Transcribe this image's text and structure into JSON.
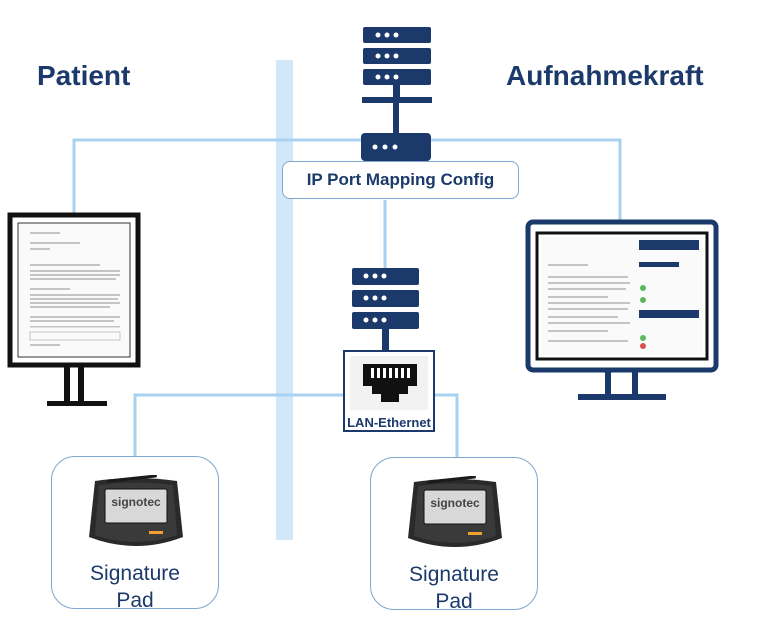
{
  "diagram": {
    "left_heading": "Patient",
    "right_heading": "Aufnahmekraft",
    "center_box": "IP Port Mapping Config",
    "switch_label": "LAN-Ethernet",
    "devices": [
      {
        "line1": "Signature",
        "line2": "Pad",
        "brand": "signotec"
      },
      {
        "line1": "Signature",
        "line2": "Pad",
        "brand": "signotec"
      }
    ]
  },
  "colors": {
    "dark_navy": "#1b3a6b",
    "light_blue": "#a9d2f0",
    "pale_blue": "#d2e8f8",
    "border_blue": "#7fa6cf"
  },
  "icons": [
    "server-rack-icon",
    "router-icon",
    "ethernet-port-icon",
    "monitor-icon",
    "signature-pad-icon"
  ]
}
